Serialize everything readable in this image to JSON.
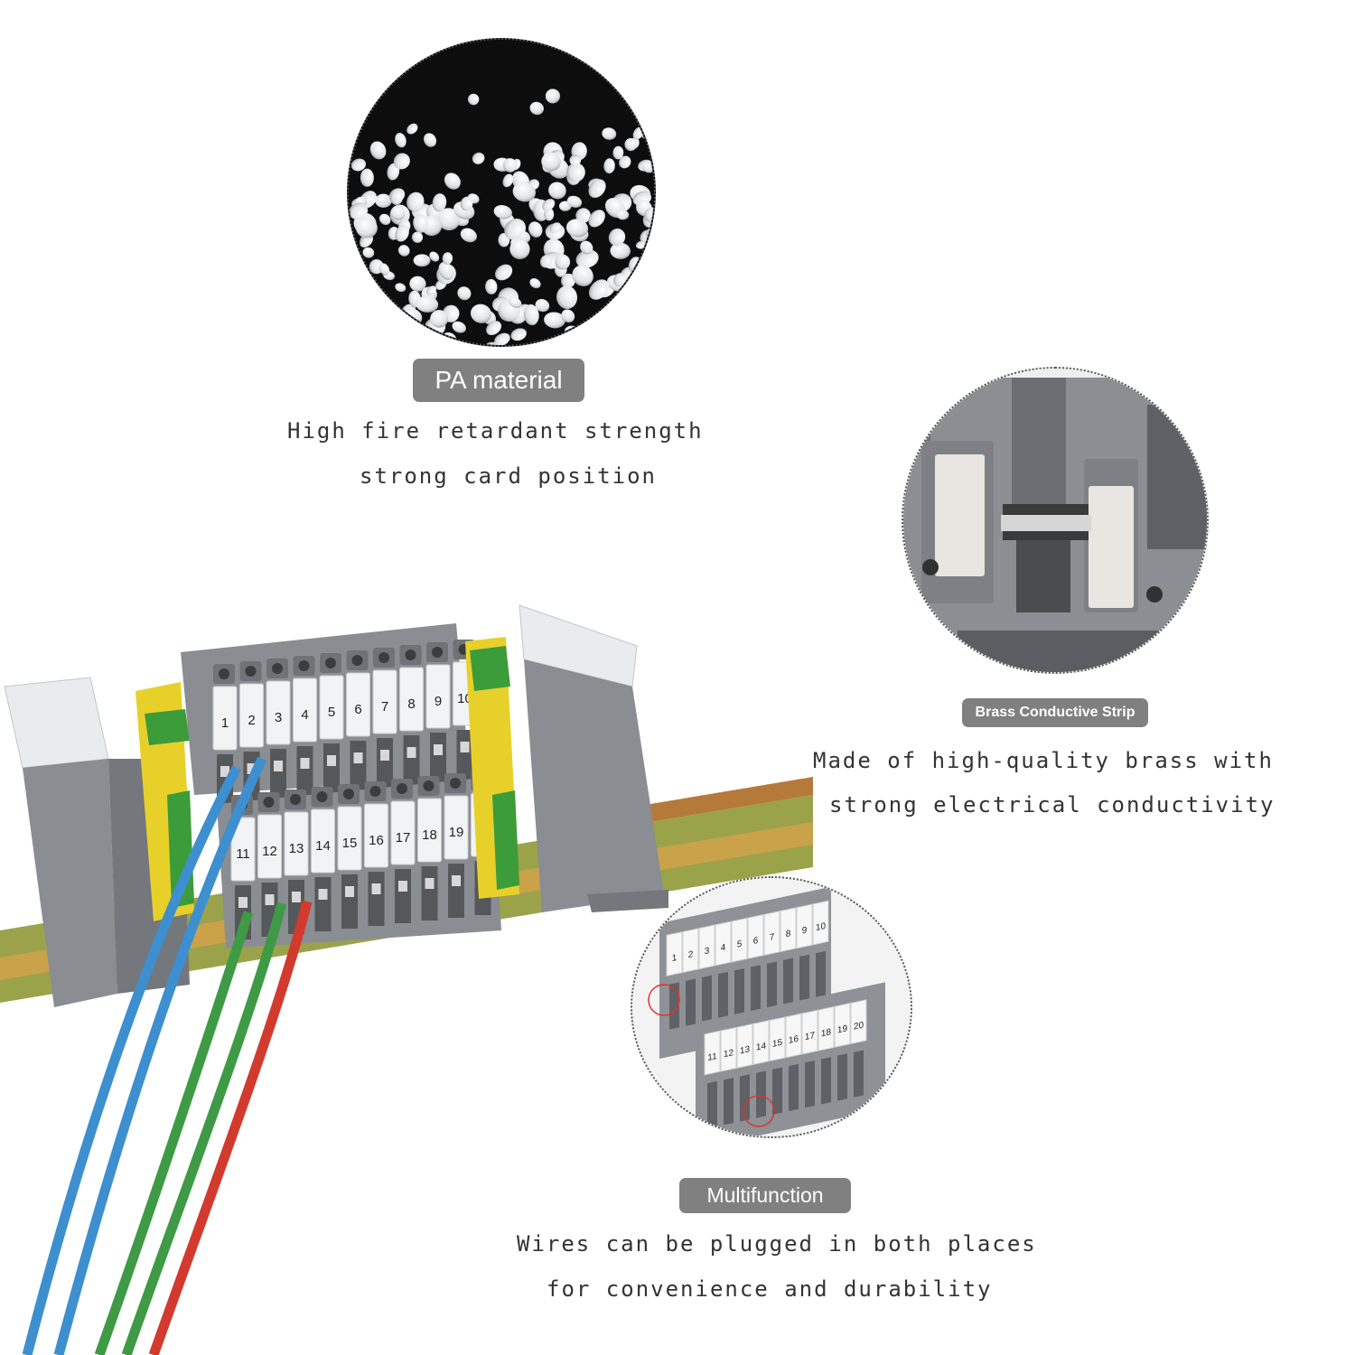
{
  "features": {
    "pa_material": {
      "badge": "PA material",
      "line1": "High fire retardant strength",
      "line2": "strong card position"
    },
    "brass_strip": {
      "badge": "Brass Conductive Strip",
      "line1": "Made of high-quality brass with",
      "line2": "strong electrical conductivity"
    },
    "multifunction": {
      "badge": "Multifunction",
      "line1": "Wires can be plugged in both places",
      "line2": "for convenience and durability"
    }
  },
  "terminal_block": {
    "top_row_labels": [
      "1",
      "2",
      "3",
      "4",
      "5",
      "6",
      "7",
      "8",
      "9",
      "10"
    ],
    "bottom_row_labels": [
      "11",
      "12",
      "13",
      "14",
      "15",
      "16",
      "17",
      "18",
      "19",
      "20"
    ]
  },
  "colors": {
    "badge": "#808080",
    "housing_gray": "#8a8d91",
    "wire_blue": "#3d8fcf",
    "wire_green": "#3f9a45",
    "wire_red": "#d23a2e",
    "ground_yellow": "#e8d02a",
    "ground_green": "#3c9c3a"
  }
}
